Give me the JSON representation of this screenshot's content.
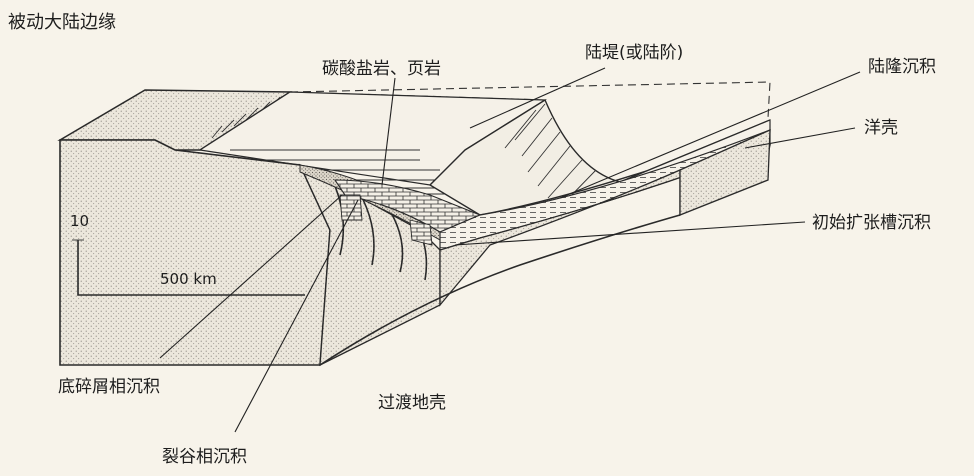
{
  "title": "被动大陆边缘",
  "labels": {
    "carbonate_shale": "碳酸盐岩、页岩",
    "continental_slope": "陆堤(或陆阶)",
    "continental_rise": "陆隆沉积",
    "oceanic_crust": "洋壳",
    "initial_rift_trough": "初始扩张槽沉积",
    "basal_clastic": "底碎屑相沉积",
    "transitional_crust": "过渡地壳",
    "rift_valley": "裂谷相沉积"
  },
  "scale": {
    "vertical": "10",
    "horizontal": "500 km"
  }
}
